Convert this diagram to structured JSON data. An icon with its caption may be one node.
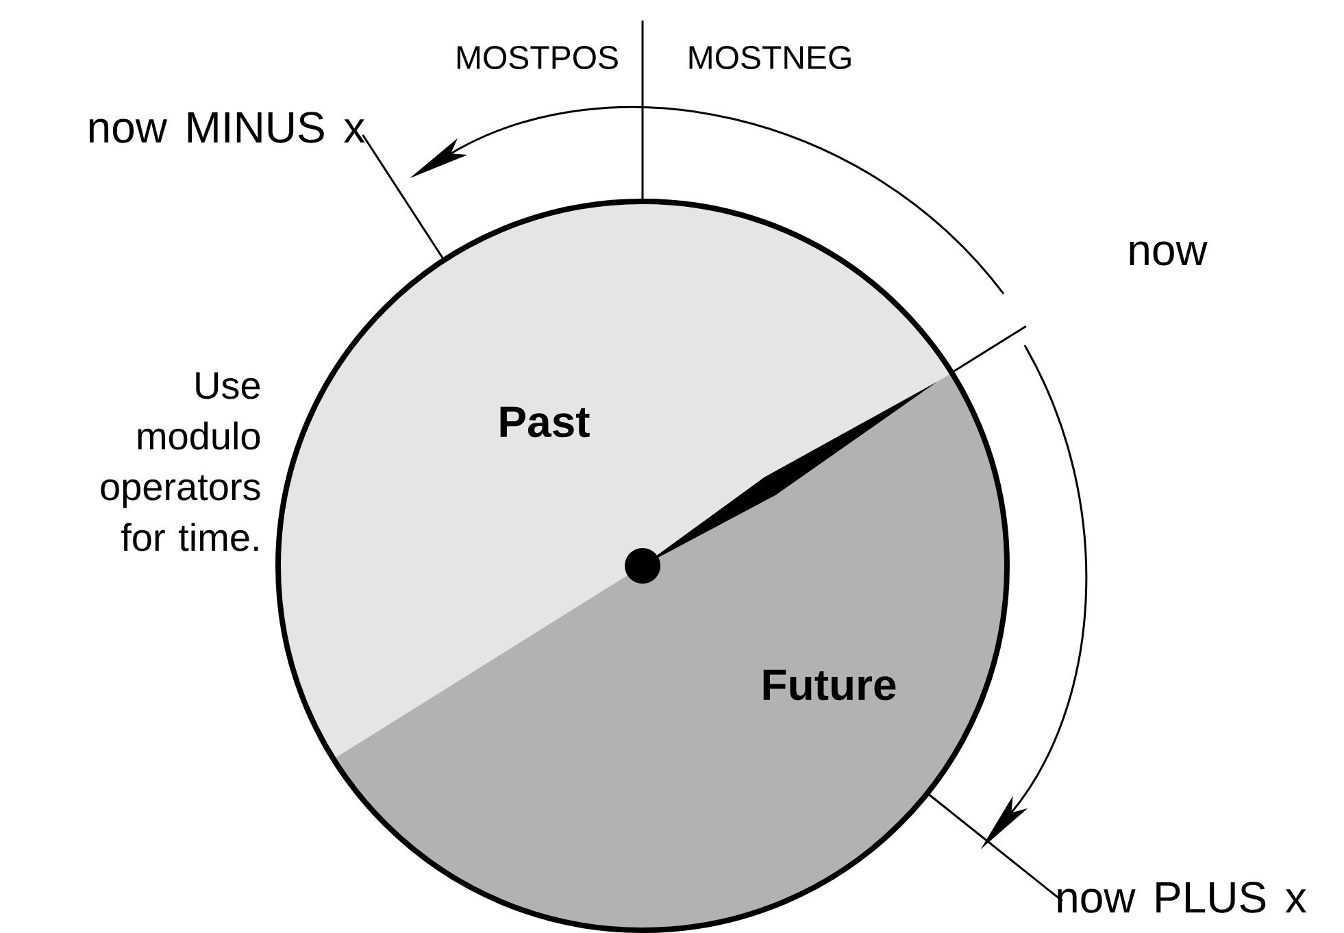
{
  "diagram": {
    "labels": [
      "MOSTPOS",
      "MOSTNEG",
      "now MINUS x",
      "now",
      "Past",
      "Use modulo operators for time.",
      "Future",
      "now PLUS x"
    ]
  }
}
